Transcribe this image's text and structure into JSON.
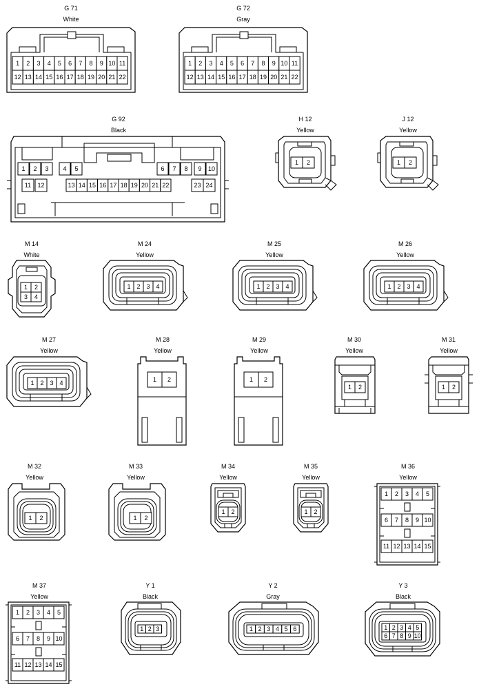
{
  "connectors": {
    "g71": {
      "code": "G 71",
      "color": "White",
      "pins": [
        "1",
        "2",
        "3",
        "4",
        "5",
        "6",
        "7",
        "8",
        "9",
        "10",
        "11",
        "12",
        "13",
        "14",
        "15",
        "16",
        "17",
        "18",
        "19",
        "20",
        "21",
        "22"
      ]
    },
    "g72": {
      "code": "G 72",
      "color": "Gray",
      "pins": [
        "1",
        "2",
        "3",
        "4",
        "5",
        "6",
        "7",
        "8",
        "9",
        "10",
        "11",
        "12",
        "13",
        "14",
        "15",
        "16",
        "17",
        "18",
        "19",
        "20",
        "21",
        "22"
      ]
    },
    "g92": {
      "code": "G 92",
      "color": "Black",
      "pins": [
        "1",
        "2",
        "3",
        "4",
        "5",
        "6",
        "7",
        "8",
        "9",
        "10",
        "11",
        "12",
        "13",
        "14",
        "15",
        "16",
        "17",
        "18",
        "19",
        "20",
        "21",
        "22",
        "23",
        "24"
      ]
    },
    "h12": {
      "code": "H 12",
      "color": "Yellow",
      "pins": [
        "1",
        "2"
      ]
    },
    "j12": {
      "code": "J 12",
      "color": "Yellow",
      "pins": [
        "1",
        "2"
      ]
    },
    "m14": {
      "code": "M 14",
      "color": "White",
      "pins": [
        "1",
        "2",
        "3",
        "4"
      ]
    },
    "m24": {
      "code": "M 24",
      "color": "Yellow",
      "pins": [
        "1",
        "2",
        "3",
        "4"
      ]
    },
    "m25": {
      "code": "M 25",
      "color": "Yellow",
      "pins": [
        "1",
        "2",
        "3",
        "4"
      ]
    },
    "m26": {
      "code": "M 26",
      "color": "Yellow",
      "pins": [
        "1",
        "2",
        "3",
        "4"
      ]
    },
    "m27": {
      "code": "M 27",
      "color": "Yellow",
      "pins": [
        "1",
        "2",
        "3",
        "4"
      ]
    },
    "m28": {
      "code": "M 28",
      "color": "Yellow",
      "pins": [
        "1",
        "2"
      ]
    },
    "m29": {
      "code": "M 29",
      "color": "Yellow",
      "pins": [
        "1",
        "2"
      ]
    },
    "m30": {
      "code": "M 30",
      "color": "Yellow",
      "pins": [
        "1",
        "2"
      ]
    },
    "m31": {
      "code": "M 31",
      "color": "Yellow",
      "pins": [
        "1",
        "2"
      ]
    },
    "m32": {
      "code": "M 32",
      "color": "Yellow",
      "pins": [
        "1",
        "2"
      ]
    },
    "m33": {
      "code": "M 33",
      "color": "Yellow",
      "pins": [
        "1",
        "2"
      ]
    },
    "m34": {
      "code": "M 34",
      "color": "Yellow",
      "pins": [
        "1",
        "2"
      ]
    },
    "m35": {
      "code": "M 35",
      "color": "Yellow",
      "pins": [
        "1",
        "2"
      ]
    },
    "m36": {
      "code": "M 36",
      "color": "Yellow",
      "pins": [
        "1",
        "2",
        "3",
        "4",
        "5",
        "6",
        "7",
        "8",
        "9",
        "10",
        "11",
        "12",
        "13",
        "14",
        "15"
      ]
    },
    "m37": {
      "code": "M 37",
      "color": "Yellow",
      "pins": [
        "1",
        "2",
        "3",
        "4",
        "5",
        "6",
        "7",
        "8",
        "9",
        "10",
        "11",
        "12",
        "13",
        "14",
        "15"
      ]
    },
    "y1": {
      "code": "Y 1",
      "color": "Black",
      "pins": [
        "1",
        "2",
        "3"
      ]
    },
    "y2": {
      "code": "Y 2",
      "color": "Gray",
      "pins": [
        "1",
        "2",
        "3",
        "4",
        "5",
        "6"
      ]
    },
    "y3": {
      "code": "Y 3",
      "color": "Black",
      "pins": [
        "1",
        "2",
        "3",
        "4",
        "5",
        "6",
        "7",
        "8",
        "9",
        "10"
      ]
    }
  }
}
